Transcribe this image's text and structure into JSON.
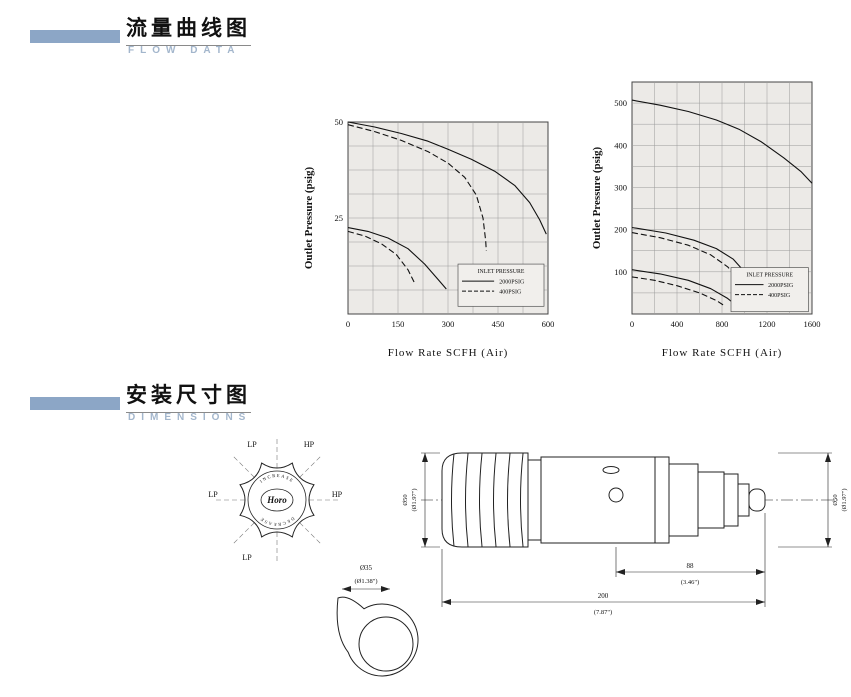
{
  "sections": {
    "flow": {
      "title": "流量曲线图",
      "subtitle": "FLOW DATA"
    },
    "dimensions": {
      "title": "安装尺寸图",
      "subtitle": "DIMENSIONS"
    }
  },
  "colors": {
    "accent": "#8CA6C6",
    "subtitle_text": "#A3B6CC",
    "plot_bg": "#ECEAE7",
    "line": "#111111"
  },
  "chart_data": [
    {
      "type": "line",
      "title": "",
      "xlabel": "Flow Rate  SCFH  (Air)",
      "ylabel": "Outlet Pressure (psig)",
      "xlim": [
        0,
        600
      ],
      "ylim": [
        0,
        50
      ],
      "xticks": [
        0,
        150,
        300,
        450,
        600
      ],
      "yticks": [
        25,
        50
      ],
      "grid": {
        "nx": 8,
        "ny": 8
      },
      "legend": {
        "title": "INLET PRESSURE",
        "pos": [
          0.55,
          0.74,
          0.43,
          0.22
        ],
        "entries": [
          {
            "label": "2000PSIG",
            "style": "solid"
          },
          {
            "label": "400PSIG",
            "style": "dashed"
          }
        ]
      },
      "series": [
        {
          "name": "2000PSIG upper",
          "style": "solid",
          "points": [
            [
              0,
              50
            ],
            [
              80,
              48.7
            ],
            [
              160,
              47
            ],
            [
              240,
              45
            ],
            [
              300,
              42.9
            ],
            [
              370,
              40.3
            ],
            [
              440,
              37.2
            ],
            [
              500,
              33.5
            ],
            [
              545,
              29
            ],
            [
              575,
              24.5
            ],
            [
              595,
              20.8
            ]
          ]
        },
        {
          "name": "400PSIG upper",
          "style": "dashed",
          "points": [
            [
              0,
              49.3
            ],
            [
              80,
              47.5
            ],
            [
              160,
              45.2
            ],
            [
              240,
              42.3
            ],
            [
              300,
              39.3
            ],
            [
              350,
              35.6
            ],
            [
              385,
              31
            ],
            [
              405,
              25
            ],
            [
              413,
              19
            ],
            [
              415,
              16.5
            ]
          ]
        },
        {
          "name": "2000PSIG lower",
          "style": "solid",
          "points": [
            [
              0,
              22.5
            ],
            [
              60,
              21.5
            ],
            [
              120,
              19.8
            ],
            [
              180,
              17
            ],
            [
              230,
              13
            ],
            [
              270,
              9
            ],
            [
              295,
              6.5
            ]
          ]
        },
        {
          "name": "400PSIG lower",
          "style": "dashed",
          "points": [
            [
              0,
              21.5
            ],
            [
              50,
              20.3
            ],
            [
              100,
              18.3
            ],
            [
              145,
              15.5
            ],
            [
              180,
              11.5
            ],
            [
              200,
              8
            ]
          ]
        }
      ]
    },
    {
      "type": "line",
      "title": "",
      "xlabel": "Flow Rate  SCFH  (Air)",
      "ylabel": "Outlet Pressure (psig)",
      "xlim": [
        0,
        1600
      ],
      "ylim": [
        0,
        550
      ],
      "xticks": [
        0,
        400,
        800,
        1200,
        1600
      ],
      "yticks": [
        100,
        200,
        300,
        400,
        500
      ],
      "grid": {
        "nx": 8,
        "ny": 11
      },
      "legend": {
        "title": "INLET PRESSURE",
        "pos": [
          0.55,
          0.8,
          0.43,
          0.19
        ],
        "entries": [
          {
            "label": "2000PSIG",
            "style": "solid"
          },
          {
            "label": "400PSIG",
            "style": "dashed"
          }
        ]
      },
      "series": [
        {
          "name": "2000PSIG upper",
          "style": "solid",
          "points": [
            [
              0,
              507
            ],
            [
              250,
              495
            ],
            [
              500,
              480
            ],
            [
              750,
              460
            ],
            [
              950,
              438
            ],
            [
              1150,
              408
            ],
            [
              1350,
              370
            ],
            [
              1500,
              338
            ],
            [
              1600,
              310
            ]
          ]
        },
        {
          "name": "2000PSIG middle",
          "style": "solid",
          "points": [
            [
              0,
              205
            ],
            [
              300,
              192
            ],
            [
              550,
              175
            ],
            [
              750,
              155
            ],
            [
              900,
              130
            ],
            [
              1000,
              100
            ],
            [
              1050,
              78
            ]
          ]
        },
        {
          "name": "400PSIG middle",
          "style": "dashed",
          "points": [
            [
              0,
              193
            ],
            [
              250,
              181
            ],
            [
              500,
              163
            ],
            [
              700,
              140
            ],
            [
              850,
              112
            ],
            [
              950,
              82
            ]
          ]
        },
        {
          "name": "2000PSIG lower",
          "style": "solid",
          "points": [
            [
              0,
              105
            ],
            [
              250,
              95
            ],
            [
              500,
              80
            ],
            [
              700,
              60
            ],
            [
              850,
              37
            ],
            [
              930,
              20
            ]
          ]
        },
        {
          "name": "400PSIG lower",
          "style": "dashed",
          "points": [
            [
              0,
              88
            ],
            [
              200,
              80
            ],
            [
              400,
              67
            ],
            [
              600,
              50
            ],
            [
              750,
              32
            ],
            [
              830,
              18
            ]
          ]
        }
      ]
    }
  ],
  "drawings": {
    "knob_view": {
      "label_top_left": "LP",
      "label_top_right": "HP",
      "label_left": "LP",
      "label_right": "HP",
      "label_bottom": "LP",
      "brand": "Horo",
      "arc_top": "INCREASE",
      "arc_bottom": "DECREASE"
    },
    "side_view": {
      "dia_left": "Ø50",
      "dia_left_in": "(Ø1.97\")",
      "dia_right": "Ø50",
      "dia_right_in": "(Ø1.97\")",
      "len_mid": "88",
      "len_mid_in": "(3.46\")",
      "len_total": "200",
      "len_total_in": "(7.87\")"
    },
    "bottom_view": {
      "dia": "Ø35",
      "dia_in": "(Ø1.38\")"
    }
  }
}
